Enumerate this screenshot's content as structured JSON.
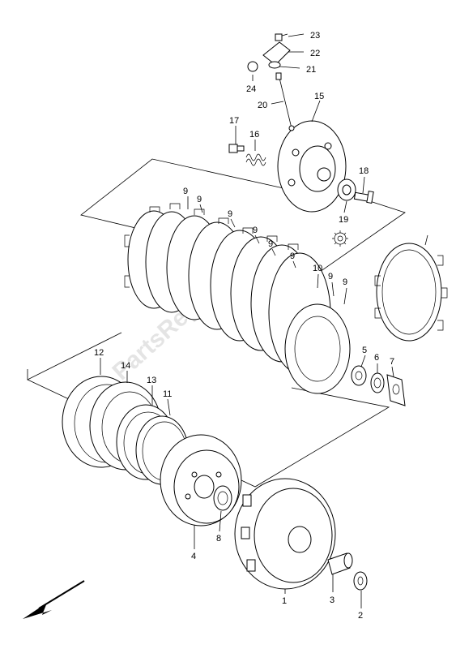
{
  "labels": {
    "l1": "1",
    "l2": "2",
    "l3": "3",
    "l4": "4",
    "l5": "5",
    "l6": "6",
    "l7": "7",
    "l8": "8",
    "l9": "9",
    "l10": "10",
    "l11": "11",
    "l12": "12",
    "l13": "13",
    "l14": "14",
    "l15": "15",
    "l16": "16",
    "l17": "17",
    "l18": "18",
    "l19": "19",
    "l20": "20",
    "l21": "21",
    "l22": "22",
    "l23": "23",
    "l24": "24"
  },
  "watermark": "PartsRepublik",
  "icons": {
    "gear": "gear-icon",
    "arrow": "front-direction-arrow-icon"
  }
}
